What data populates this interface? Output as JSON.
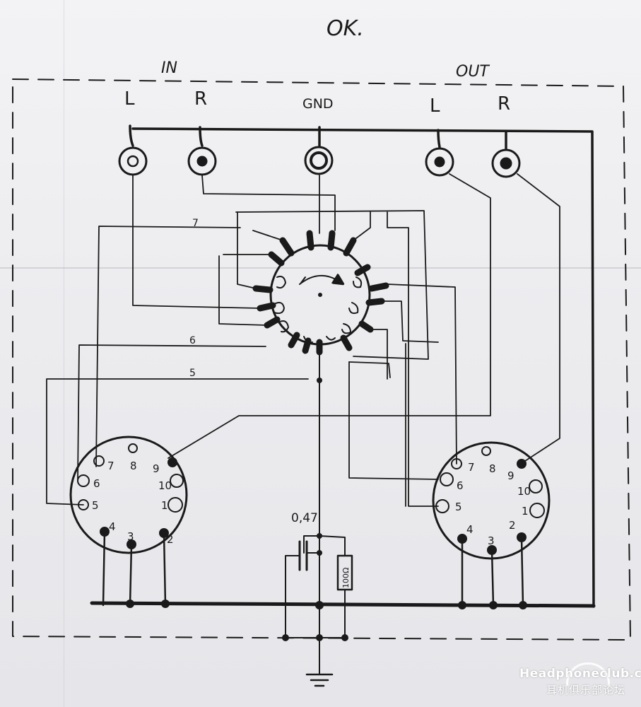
{
  "note": "OK.",
  "section_labels": {
    "input": "IN",
    "output": "OUT"
  },
  "jacks": {
    "in_left": "L",
    "in_right": "R",
    "ground": "GND",
    "out_left": "L",
    "out_right": "R"
  },
  "wire_numbers": {
    "wire_7": "7",
    "wire_6": "6",
    "wire_5": "5"
  },
  "left_socket_pins": [
    "1",
    "2",
    "3",
    "4",
    "5",
    "6",
    "7",
    "8",
    "9",
    "10"
  ],
  "right_socket_pins": [
    "1",
    "2",
    "3",
    "4",
    "5",
    "6",
    "7",
    "8",
    "9",
    "10"
  ],
  "capacitor_value": "0,47",
  "resistor_value": "100Ω",
  "watermark": {
    "logo": "Headphoneclub.com",
    "subtitle": "耳机俱乐部论坛"
  },
  "colors": {
    "ink": "#1a1a1a",
    "paper": "#ececef"
  }
}
